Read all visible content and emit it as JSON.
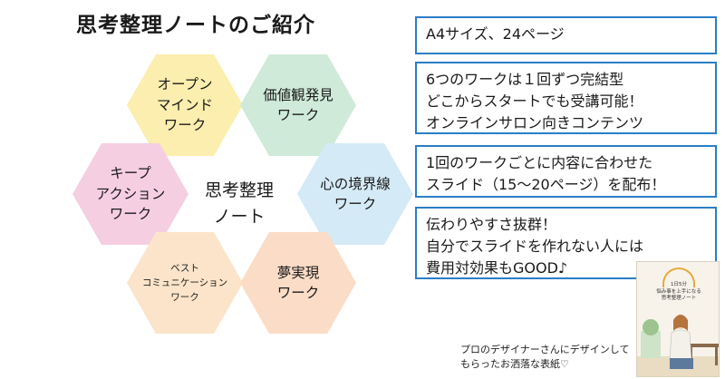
{
  "title": "思考整理ノートのご紹介",
  "center_label": "思考整理\nノート",
  "hexagons": {
    "open_mind": "オープン\nマインド\nワーク",
    "value_discovery": "価値観発見\nワーク",
    "keep_action": "キープ\nアクション\nワーク",
    "boundary": "心の境界線\nワーク",
    "best_communication": "ベスト\nコミュニケーション\nワーク",
    "dream": "夢実現\nワーク"
  },
  "info_boxes": {
    "size": "A4サイズ、24ページ",
    "work": "6つのワークは１回ずつ完結型\nどこからスタートでも受講可能！\nオンラインサロン向きコンテンツ",
    "slide": "1回のワークごとに内容に合わせた\nスライド（15～20ページ）を配布！",
    "appeal": "伝わりやすさ抜群！\n自分でスライドを作れない人には\n費用対効果もGOOD♪"
  },
  "cover": {
    "text": "1日5分\n悩み事を上手になる\n思考整理ノート"
  },
  "caption": "プロのデザイナーさんにデザインして\nもらったお洒落な表紙♡",
  "colors": {
    "border_blue": "#2b7ec7",
    "hex_yellow": "#fbeeae",
    "hex_green": "#cfead8",
    "hex_pink": "#f6cee2",
    "hex_blue": "#d4eaf6",
    "hex_peach": "#fbe4c9",
    "hex_orange": "#fbdcc6"
  }
}
